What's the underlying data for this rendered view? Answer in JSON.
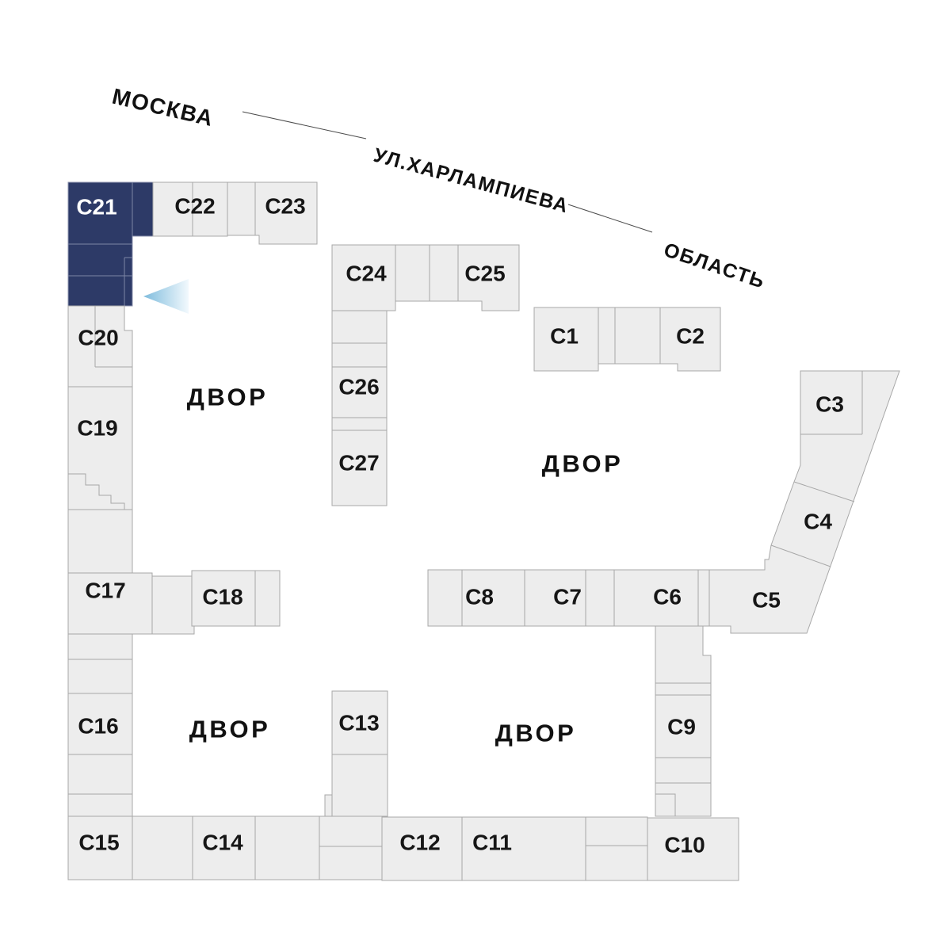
{
  "map": {
    "streets": {
      "moscow": "МОСКВА",
      "kharlampieva": "УЛ.ХАРЛАМПИЕВА",
      "oblast": "ОБЛАСТЬ"
    },
    "courtyard": "ДВОР",
    "selected_building": "С21",
    "buildings": {
      "c1": "С1",
      "c2": "С2",
      "c3": "С3",
      "c4": "С4",
      "c5": "С5",
      "c6": "С6",
      "c7": "С7",
      "c8": "С8",
      "c9": "С9",
      "c10": "С10",
      "c11": "С11",
      "c12": "С12",
      "c13": "С13",
      "c14": "С14",
      "c15": "С15",
      "c16": "С16",
      "c17": "С17",
      "c18": "С18",
      "c19": "С19",
      "c20": "С20",
      "c21": "С21",
      "c22": "С22",
      "c23": "С23",
      "c24": "С24",
      "c25": "С25",
      "c26": "С26",
      "c27": "С27"
    }
  },
  "colors": {
    "building_fill": "#ededed",
    "building_stroke": "#a8a8a8",
    "selected_fill": "#2d3a67",
    "selected_text": "#ffffff",
    "label_color": "#161616",
    "arrow_from": "#7fbcdd",
    "arrow_to": "#f2f9fd"
  }
}
